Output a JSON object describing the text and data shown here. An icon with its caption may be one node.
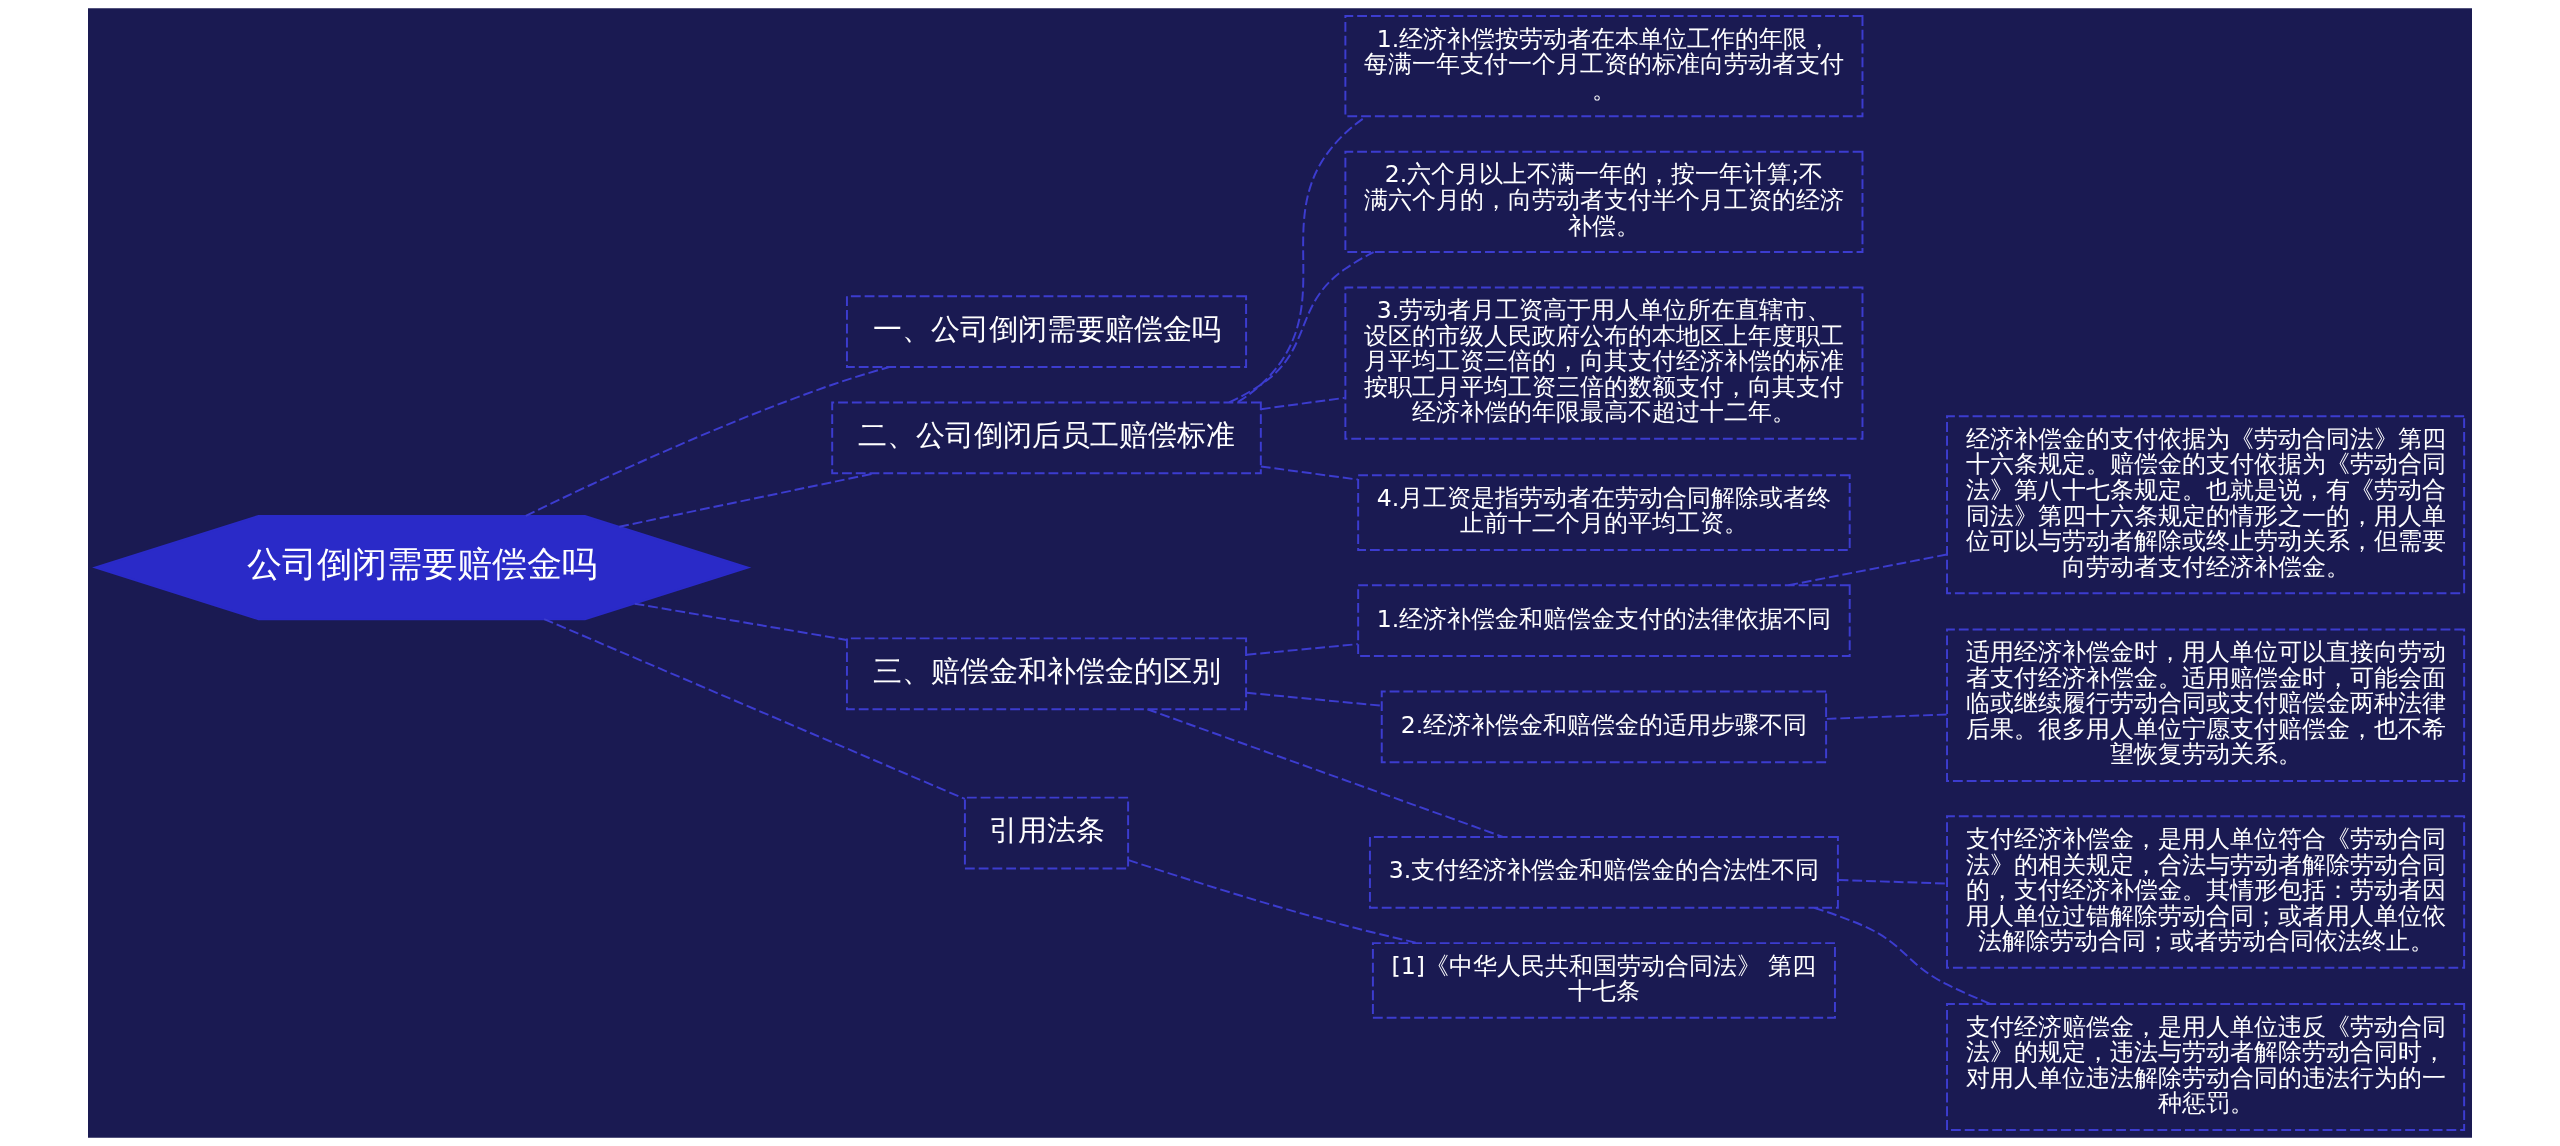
{
  "diagram": {
    "nodes": [
      {
        "text": [
          "公司倒闭需要赔偿金吗"
        ]
      },
      {
        "text": [
          "一、公司倒闭需要赔偿金吗"
        ]
      },
      {
        "text": [
          "二、公司倒闭后员工赔偿标准"
        ]
      },
      {
        "text": [
          "1.经济补偿按劳动者在本单位工作的年限，每满一年支付一个月工资的标准向劳动者支付。"
        ]
      },
      {
        "text": [
          "2.六个月以上不满一年的，按一年计算;不满六个月的，向劳动者支付半个月工资的经济补偿。"
        ]
      },
      {
        "text": [
          "3.劳动者月工资高于用人单位所在直辖市、设区的市级人民政府公布的本地区上年度职工月平均工资三倍的，向其支付经济补偿的标准按职工月平均工资三倍的数额支付，向其支付经济补偿的年限最高不超过十二年。"
        ]
      },
      {
        "text": [
          "4.月工资是指劳动者在劳动合同解除或者终止前十二个月的平均工资。"
        ]
      },
      {
        "text": [
          "三、赔偿金和补偿金的区别"
        ]
      },
      {
        "text": [
          "1.经济补偿金和赔偿金支付的法律依据不同"
        ]
      },
      {
        "text": [
          "经济补偿金的支付依据为《劳动合同法》第四十六条规定。赔偿金的支付依据为《劳动合同法》第八十七条规定。也就是说，有《劳动合同法》第四十六条规定的情形之一的，用人单位可以与劳动者解除或终止劳动关系，但需要向劳动者支付经济补偿金。"
        ]
      },
      {
        "text": [
          "2.经济补偿金和赔偿金的适用步骤不同"
        ]
      },
      {
        "text": [
          "适用经济补偿金时，用人单位可以直接向劳动者支付经济补偿金。适用赔偿金时，可能会面临或继续履行劳动合同或支付赔偿金两种法律后果。很多用人单位宁愿支付赔偿金，也不希望恢复劳动关系。"
        ]
      },
      {
        "text": [
          "3.支付经济补偿金和赔偿金的合法性不同"
        ]
      },
      {
        "text": [
          "支付经济补偿金，是用人单位符合《劳动合同法》的相关规定，合法与劳动者解除劳动合同的，支付经济补偿金。其情形包括：劳动者因用人单位过错解除劳动合同；或者用人单位依法解除劳动合同；或者劳动合同依法终止。"
        ]
      },
      {
        "text": [
          "支付经济赔偿金，是用人单位违反《劳动合同法》的规定，违法与劳动者解除劳动合同时，对用人单位违法解除劳动合同的违法行为的一种惩罚。"
        ]
      },
      {
        "text": [
          "引用法条"
        ]
      },
      {
        "text": [
          "[1]《中华人民共和国劳动合同法》 第四十七条"
        ]
      }
    ],
    "edges": [
      {
        "from": 0,
        "to": 1,
        "arrow": "none"
      },
      {
        "from": 0,
        "to": 2,
        "arrow": "none"
      },
      {
        "from": 2,
        "to": 3,
        "arrow": "none"
      },
      {
        "from": 2,
        "to": 4,
        "arrow": "none"
      },
      {
        "from": 2,
        "to": 5,
        "arrow": "none"
      },
      {
        "from": 2,
        "to": 6,
        "arrow": "none"
      },
      {
        "from": 0,
        "to": 7,
        "arrow": "none"
      },
      {
        "from": 7,
        "to": 8,
        "arrow": "none"
      },
      {
        "from": 8,
        "to": 9,
        "arrow": "none"
      },
      {
        "from": 7,
        "to": 10,
        "arrow": "none"
      },
      {
        "from": 10,
        "to": 11,
        "arrow": "none"
      },
      {
        "from": 7,
        "to": 12,
        "arrow": "none"
      },
      {
        "from": 12,
        "to": 13,
        "arrow": "none"
      },
      {
        "from": 12,
        "to": 14,
        "arrow": "none"
      },
      {
        "from": 0,
        "to": 15,
        "arrow": "none"
      },
      {
        "from": 15,
        "to": 16,
        "arrow": "none"
      }
    ]
  }
}
